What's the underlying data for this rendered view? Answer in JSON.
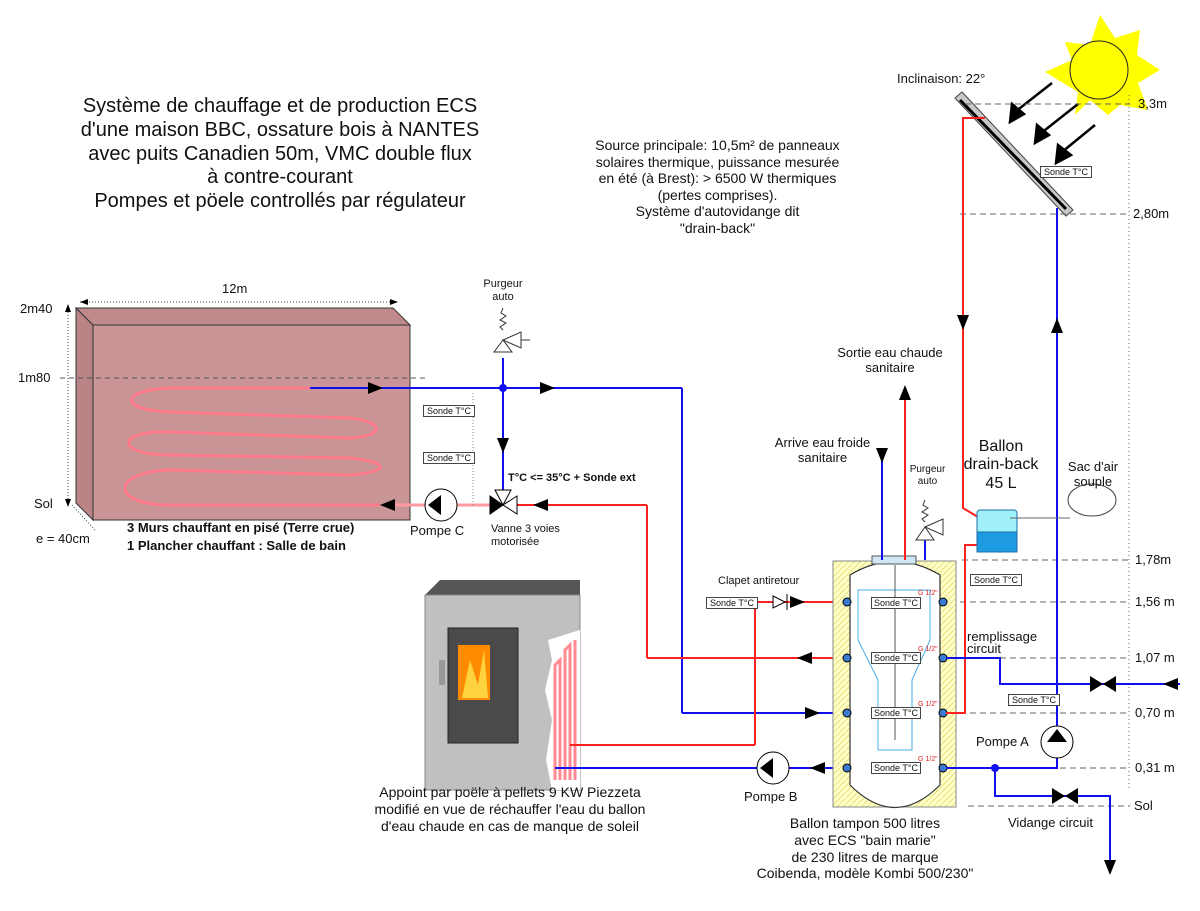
{
  "title": {
    "lines": [
      "Système de chauffage et de production ECS",
      "d'une maison BBC, ossature bois à NANTES",
      "avec puits Canadien 50m, VMC double flux",
      "à contre-courant",
      "Pompes et pöele controllés par régulateur"
    ]
  },
  "source": {
    "lines": [
      "Source principale: 10,5m² de panneaux",
      "solaires thermique, puissance mesurée",
      "en été (à Brest): > 6500 W thermiques",
      "(pertes comprises).",
      "Système d'autovidange dit",
      "\"drain-back\""
    ]
  },
  "solar": {
    "inclinaison": "Inclinaison: 22°",
    "sensor": "Sonde T°C"
  },
  "heights": {
    "h33": "3,3m",
    "h280": "2,80m",
    "h178": "1,78m",
    "h156": "1,56 m",
    "h107": "1,07 m",
    "h070": "0,70 m",
    "h031": "0,31 m",
    "sol": "Sol"
  },
  "wall": {
    "width": "12m",
    "h240": "2m40",
    "h180": "1m80",
    "sol": "Sol",
    "thickness": "e = 40cm",
    "caption1": "3 Murs chauffant en pisé (Terre crue)",
    "caption2": "1 Plancher chauffant : Salle de bain"
  },
  "heating_loop": {
    "purgeur": [
      "Purgeur",
      "auto"
    ],
    "sensor1": "Sonde T°C",
    "sensor2": "Sonde T°C",
    "condition": "T°C <= 35°C + Sonde ext",
    "pump_c": "Pompe C",
    "valve": [
      "Vanne 3 voies",
      "motorisée"
    ]
  },
  "stove": {
    "caption": [
      "Appoint par poële à pellets 9 KW Piezzeta",
      "modifié en vue de réchauffer l'eau du ballon",
      "d'eau chaude en cas de manque de soleil"
    ]
  },
  "tank": {
    "hot_out": [
      "Sortie eau chaude",
      "sanitaire"
    ],
    "cold_in": [
      "Arrive eau froide",
      "sanitaire"
    ],
    "purgeur": [
      "Purgeur",
      "auto"
    ],
    "check_valve": "Clapet antiretour",
    "sensor_inlet": "Sonde T°C",
    "inner_sensors": [
      "Sonde T°C",
      "Sonde T°C",
      "Sonde T°C",
      "Sonde T°C"
    ],
    "fitting": "G 1/2\"",
    "pump_b": "Pompe B",
    "caption": [
      "Ballon tampon 500 litres",
      "avec ECS \"bain marie\"",
      "de 230 litres de marque",
      "Coibenda, modèle Kombi 500/230\""
    ]
  },
  "drainback": {
    "label": [
      "Ballon",
      "drain-back",
      "45 L"
    ],
    "air_bag": [
      "Sac d'air",
      "souple"
    ],
    "sensor_hot": "Sonde T°C",
    "sensor_cold": "Sonde T°C",
    "fill": [
      "remplissage",
      "circuit"
    ],
    "pump_a": "Pompe A",
    "drain": "Vidange circuit"
  },
  "colors": {
    "hot": "#ff2020",
    "cold": "#1010ee",
    "coil": "#ff7a8a",
    "wall": "#c99597",
    "sun": "#ffff00",
    "insulation": "#ffffc0",
    "drainback_water": "#1e9be0"
  }
}
